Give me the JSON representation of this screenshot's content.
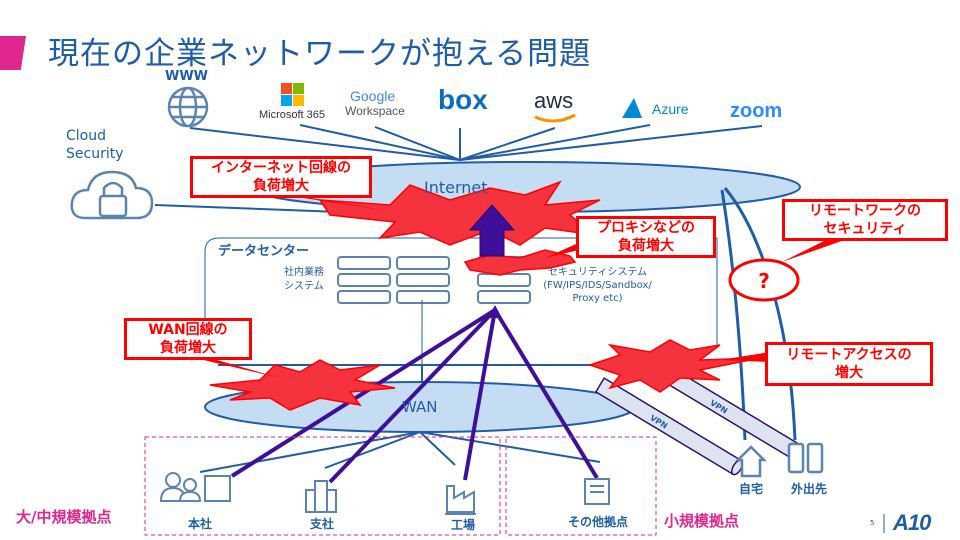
{
  "title": "現在の企業ネットワークが抱える問題",
  "cloud_services": {
    "www_label": "WWW",
    "microsoft": "Microsoft 365",
    "google_line1": "Google",
    "google_line2": "Workspace",
    "box": "box",
    "aws": "aws",
    "azure": "Azure",
    "zoom": "zoom"
  },
  "cloud_security": {
    "line1": "Cloud",
    "line2": "Security"
  },
  "networks": {
    "internet": "Internet",
    "wan": "WAN"
  },
  "datacenter": {
    "label": "データセンター",
    "business_line1": "社内業務",
    "business_line2": "システム",
    "security_line1": "セキュリティシステム",
    "security_line2": "(FW/IPS/IDS/Sandbox/",
    "security_line3": "Proxy etc)"
  },
  "callouts": {
    "internet_load": {
      "line1": "インターネット回線の",
      "line2": "負荷増大"
    },
    "proxy_load": {
      "line1": "プロキシなどの",
      "line2": "負荷増大"
    },
    "remote_security": {
      "line1": "リモートワークの",
      "line2": "セキュリティ"
    },
    "wan_load": {
      "line1": "WAN回線の",
      "line2": "負荷増大"
    },
    "remote_access": {
      "line1": "リモートアクセスの",
      "line2": "増大"
    },
    "question": "?"
  },
  "vpn_label": "VPN",
  "sites": {
    "hq": "本社",
    "branch": "支社",
    "factory": "工場",
    "other": "その他拠点",
    "home": "自宅",
    "mobile": "外出先"
  },
  "categories": {
    "large": "大/中規模拠点",
    "small": "小規模拠点"
  },
  "footer": {
    "page_number": "5",
    "logo": "A10"
  },
  "colors": {
    "accent": "#e0268f",
    "brand_blue": "#1f5da8",
    "alert_red": "#ff0000",
    "purple": "#3f0f9a",
    "cloud_fill": "#c5ddf3"
  }
}
